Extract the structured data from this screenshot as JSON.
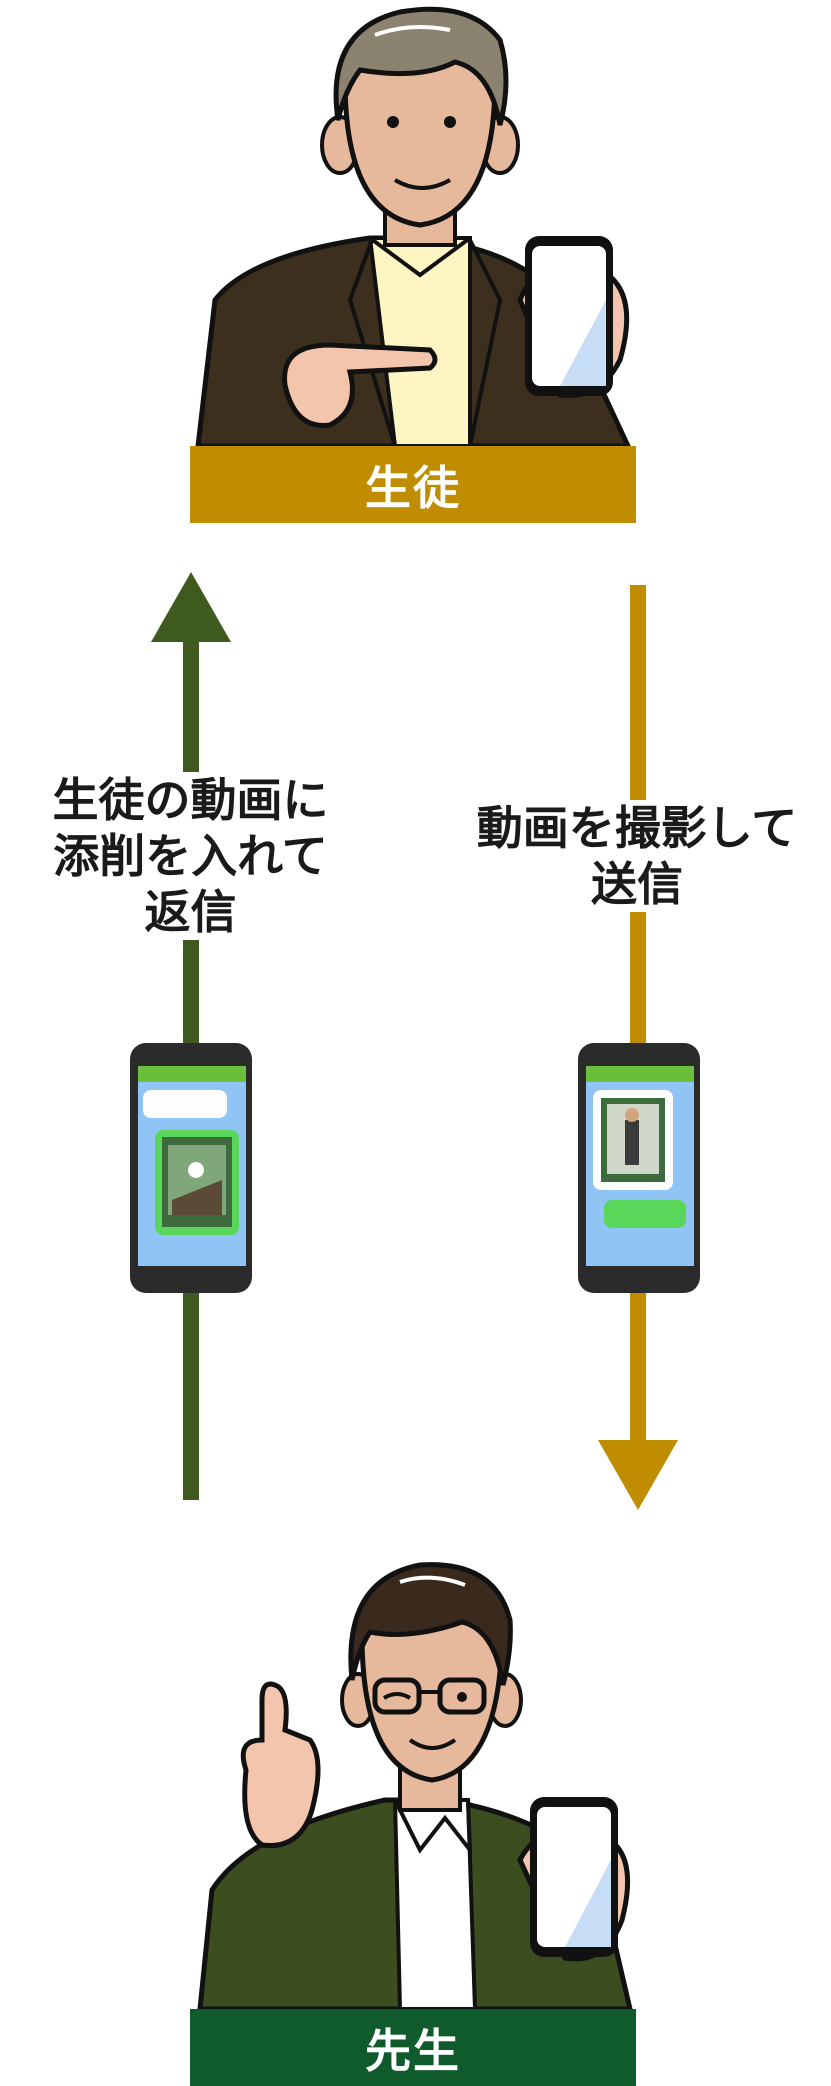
{
  "student": {
    "label": "生徒"
  },
  "teacher": {
    "label": "先生"
  },
  "flow_return": {
    "lines": [
      "生徒の動画に",
      "添削を入れて",
      "返信"
    ]
  },
  "flow_send": {
    "lines": [
      "動画を撮影して",
      "送信"
    ]
  },
  "colors": {
    "student_gold": "#c08c00",
    "teacher_green": "#0f5b2c",
    "arrow_return": "#3f5a1f",
    "arrow_send": "#c08c00",
    "chat_background": "#8fc4f5",
    "chat_header": "#6abf3a",
    "bubble_green": "#5ad65a"
  },
  "icons": [
    "student-person-icon",
    "teacher-person-icon",
    "smartphone-icon",
    "thumbs-up-icon",
    "pointing-hand-icon",
    "video-thumbnail-icon"
  ]
}
